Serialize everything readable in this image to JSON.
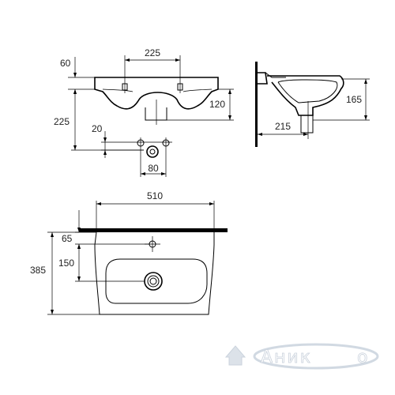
{
  "dimensions": {
    "top_225": "225",
    "side_60": "60",
    "side_225": "225",
    "right_120": "120",
    "dim_20": "20",
    "dim_80": "80",
    "profile_165": "165",
    "profile_215": "215",
    "plan_510": "510",
    "plan_65": "65",
    "plan_150": "150",
    "plan_385": "385"
  },
  "watermark": {
    "text": "Аник",
    "suffix": "о"
  },
  "colors": {
    "line": "#000000",
    "watermark": "#c9d3de"
  }
}
